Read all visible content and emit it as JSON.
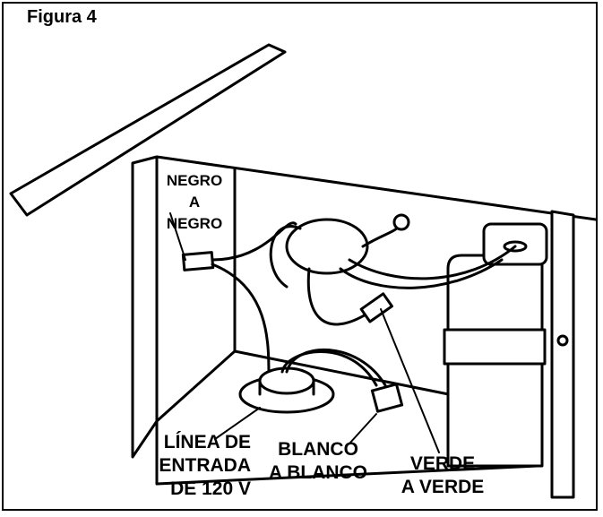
{
  "figure": {
    "title": "Figura 4"
  },
  "labels": {
    "negro": "NEGRO\nA\nNEGRO",
    "linea": "LÍNEA DE\nENTRADA\nDE 120 V",
    "blanco": "BLANCO\nA BLANCO",
    "verde": "VERDE\nA VERDE"
  },
  "colors": {
    "ink": "#000000",
    "paper": "#ffffff"
  }
}
